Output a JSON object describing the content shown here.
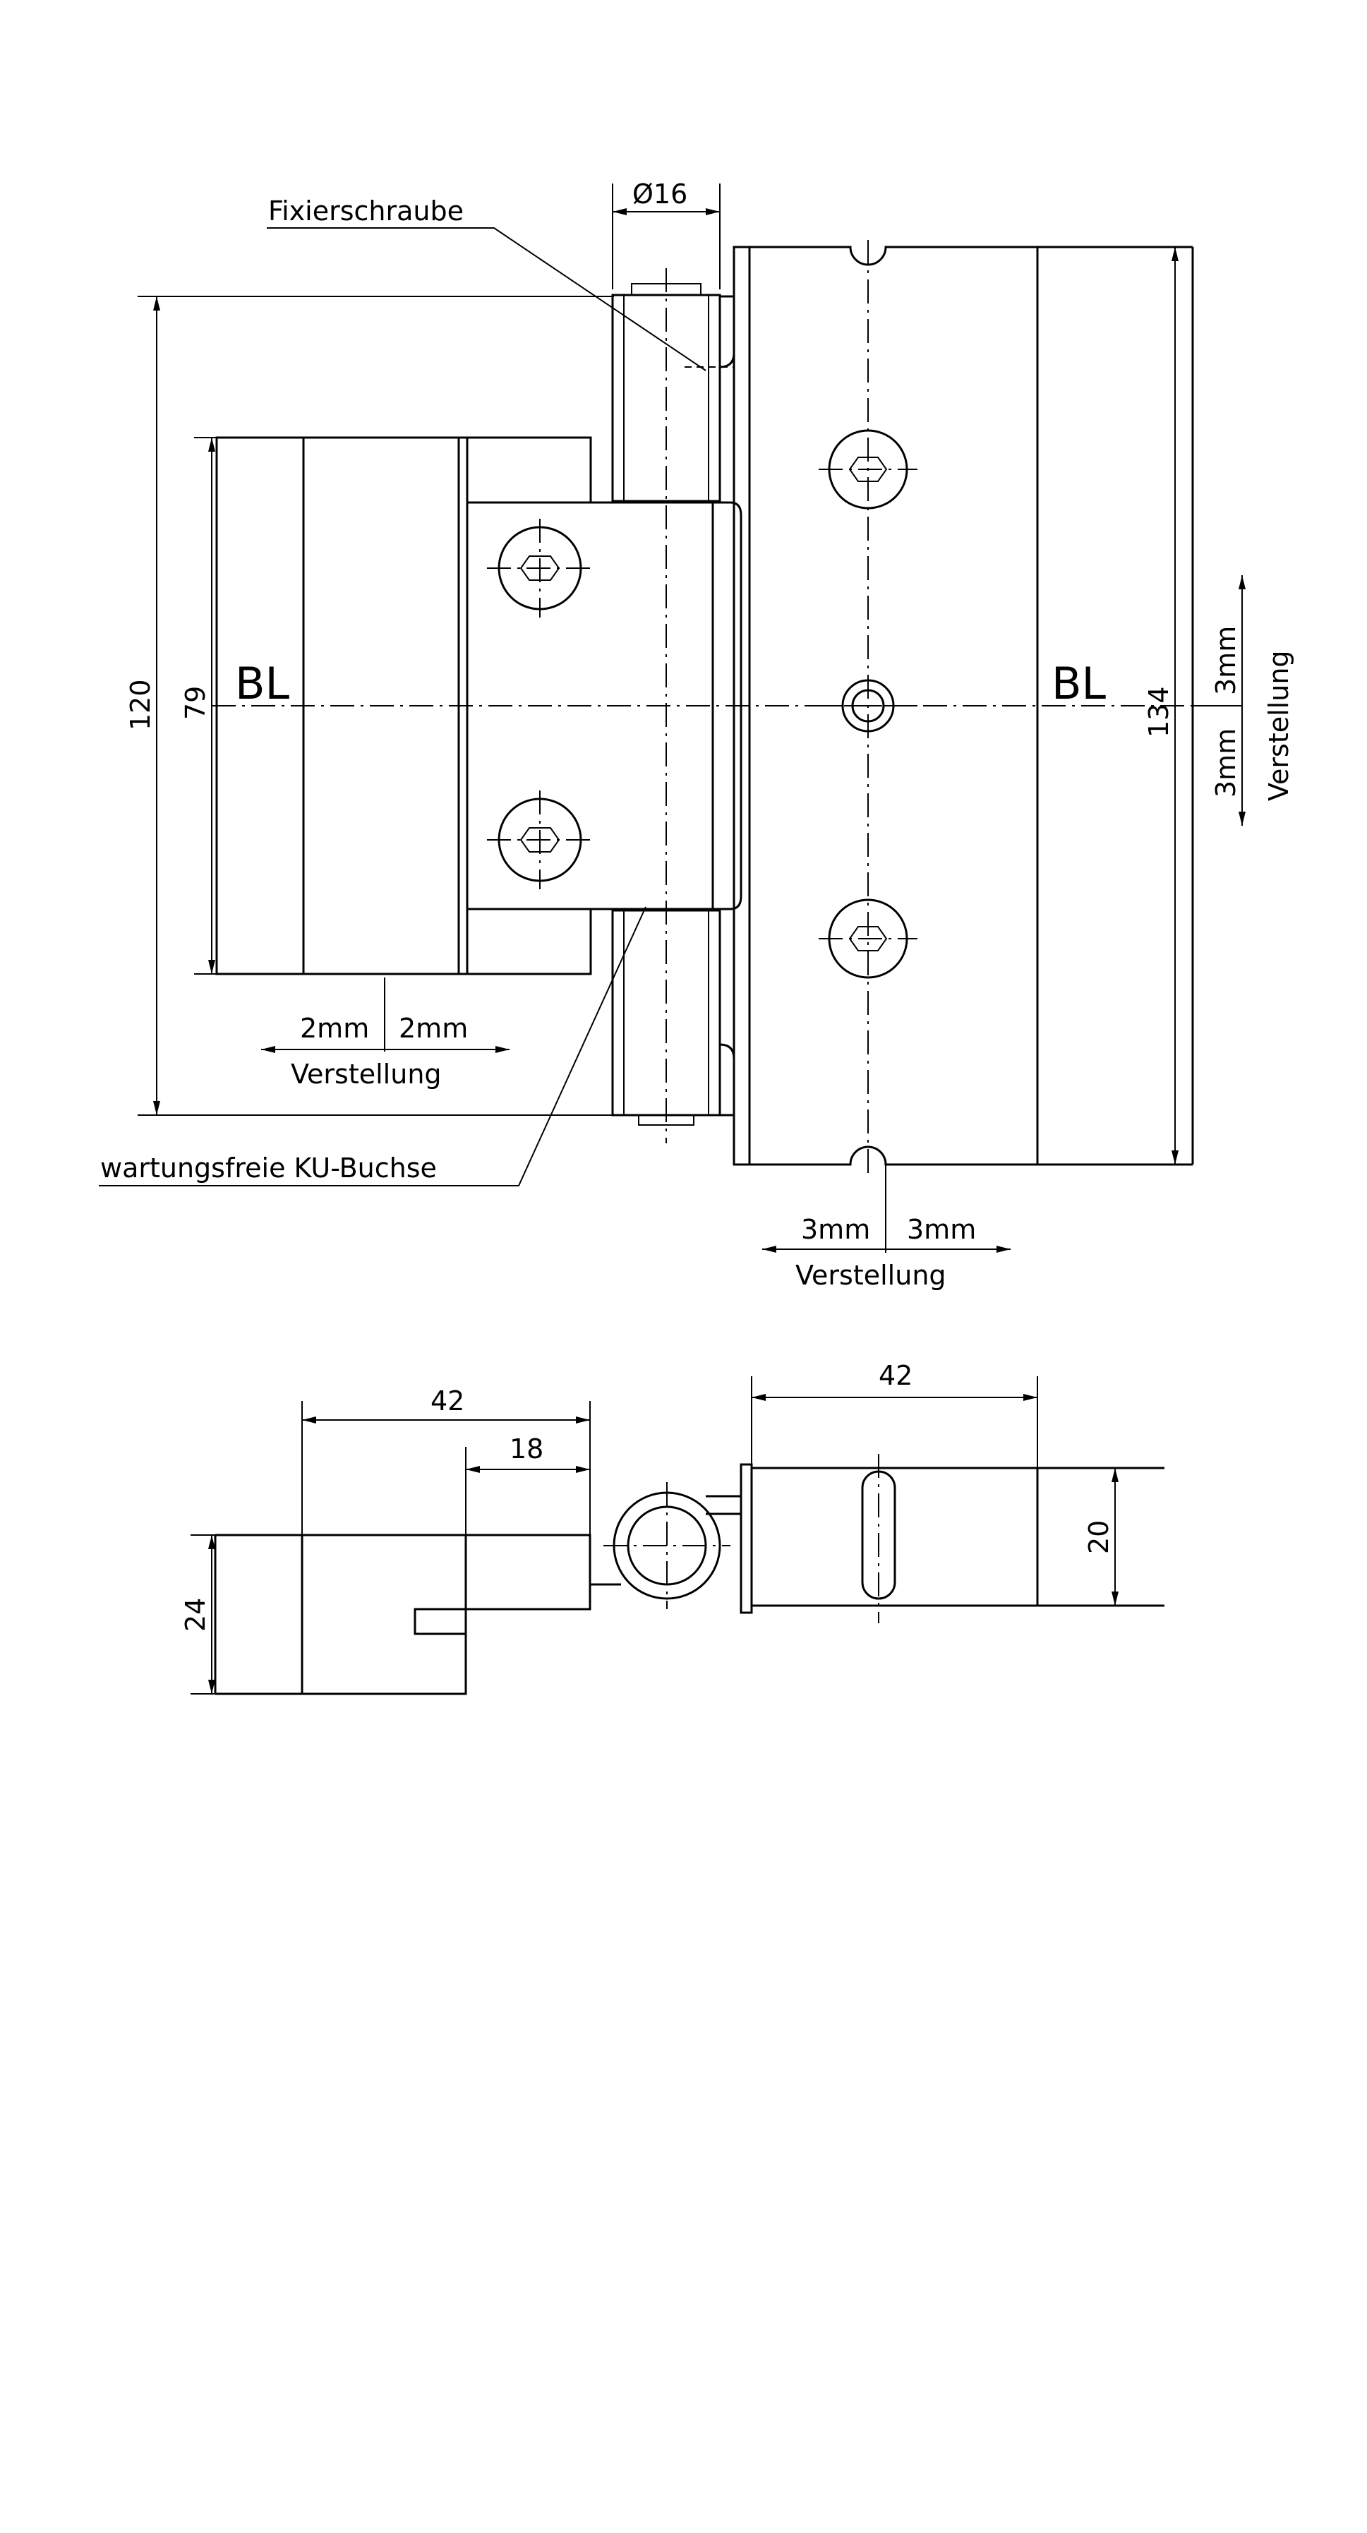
{
  "labels": {
    "fixing_screw": "Fixierschraube",
    "bushing": "wartungsfreie KU-Buchse",
    "reference_line_left": "BL",
    "reference_line_right": "BL"
  },
  "dimensions": {
    "pin_diameter": "Ø16",
    "height_door_leaf": "120",
    "height_clamp": "79",
    "height_frame_leaf": "134",
    "width_top_left": "42",
    "width_top_inner": "18",
    "width_top_right": "42",
    "depth_left": "24",
    "depth_right": "20"
  },
  "adjustments": {
    "horizontal_left": {
      "minus": "2mm",
      "plus": "2mm",
      "label": "Verstellung"
    },
    "horizontal_right": {
      "minus": "3mm",
      "plus": "3mm",
      "label": "Verstellung"
    },
    "vertical_right": {
      "minus": "3mm",
      "plus": "3mm",
      "label": "Verstellung"
    }
  }
}
